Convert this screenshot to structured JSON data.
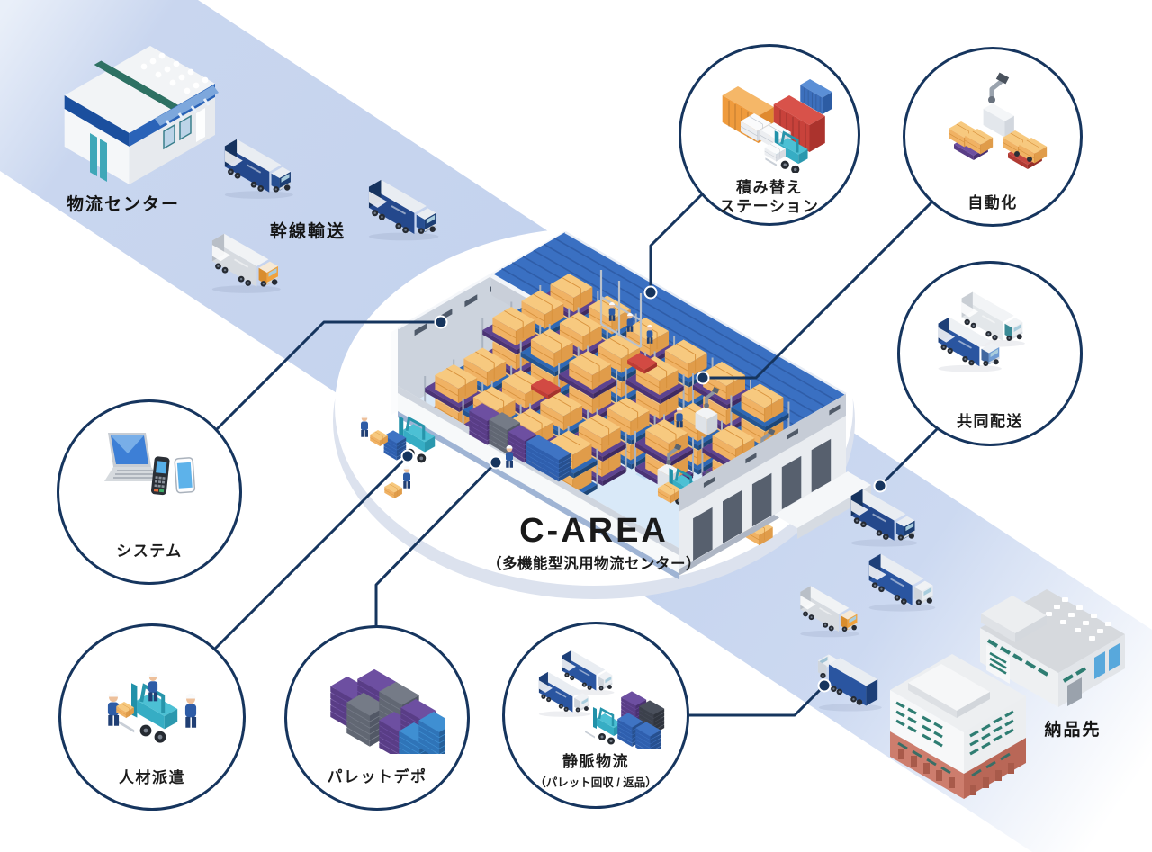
{
  "center": {
    "title": "C-AREA",
    "subtitle": "（多機能型汎用物流センター）"
  },
  "nodes": {
    "tsumikae": {
      "label1": "積み替え",
      "label2": "ステーション"
    },
    "jidoka": {
      "label": "自動化"
    },
    "kyodo": {
      "label": "共同配送"
    },
    "system": {
      "label": "システム"
    },
    "jinzai": {
      "label": "人材派遣"
    },
    "pallet": {
      "label": "パレットデポ"
    },
    "jomyaku": {
      "label": "静脈物流",
      "sub": "（パレット回収 / 返品）"
    }
  },
  "labels": {
    "butsuryu": "物流センター",
    "kansen": "幹線輸送",
    "nohin": "納品先"
  },
  "colors": {
    "navy": "#16355e",
    "band_blue": "#c3d2ed",
    "roof_blue": "#3a70c2",
    "box_orange": "#f0b466",
    "pallet_purple": "#5d4390",
    "pallet_blue": "#2e68b5",
    "forklift_teal": "#36adc4"
  }
}
